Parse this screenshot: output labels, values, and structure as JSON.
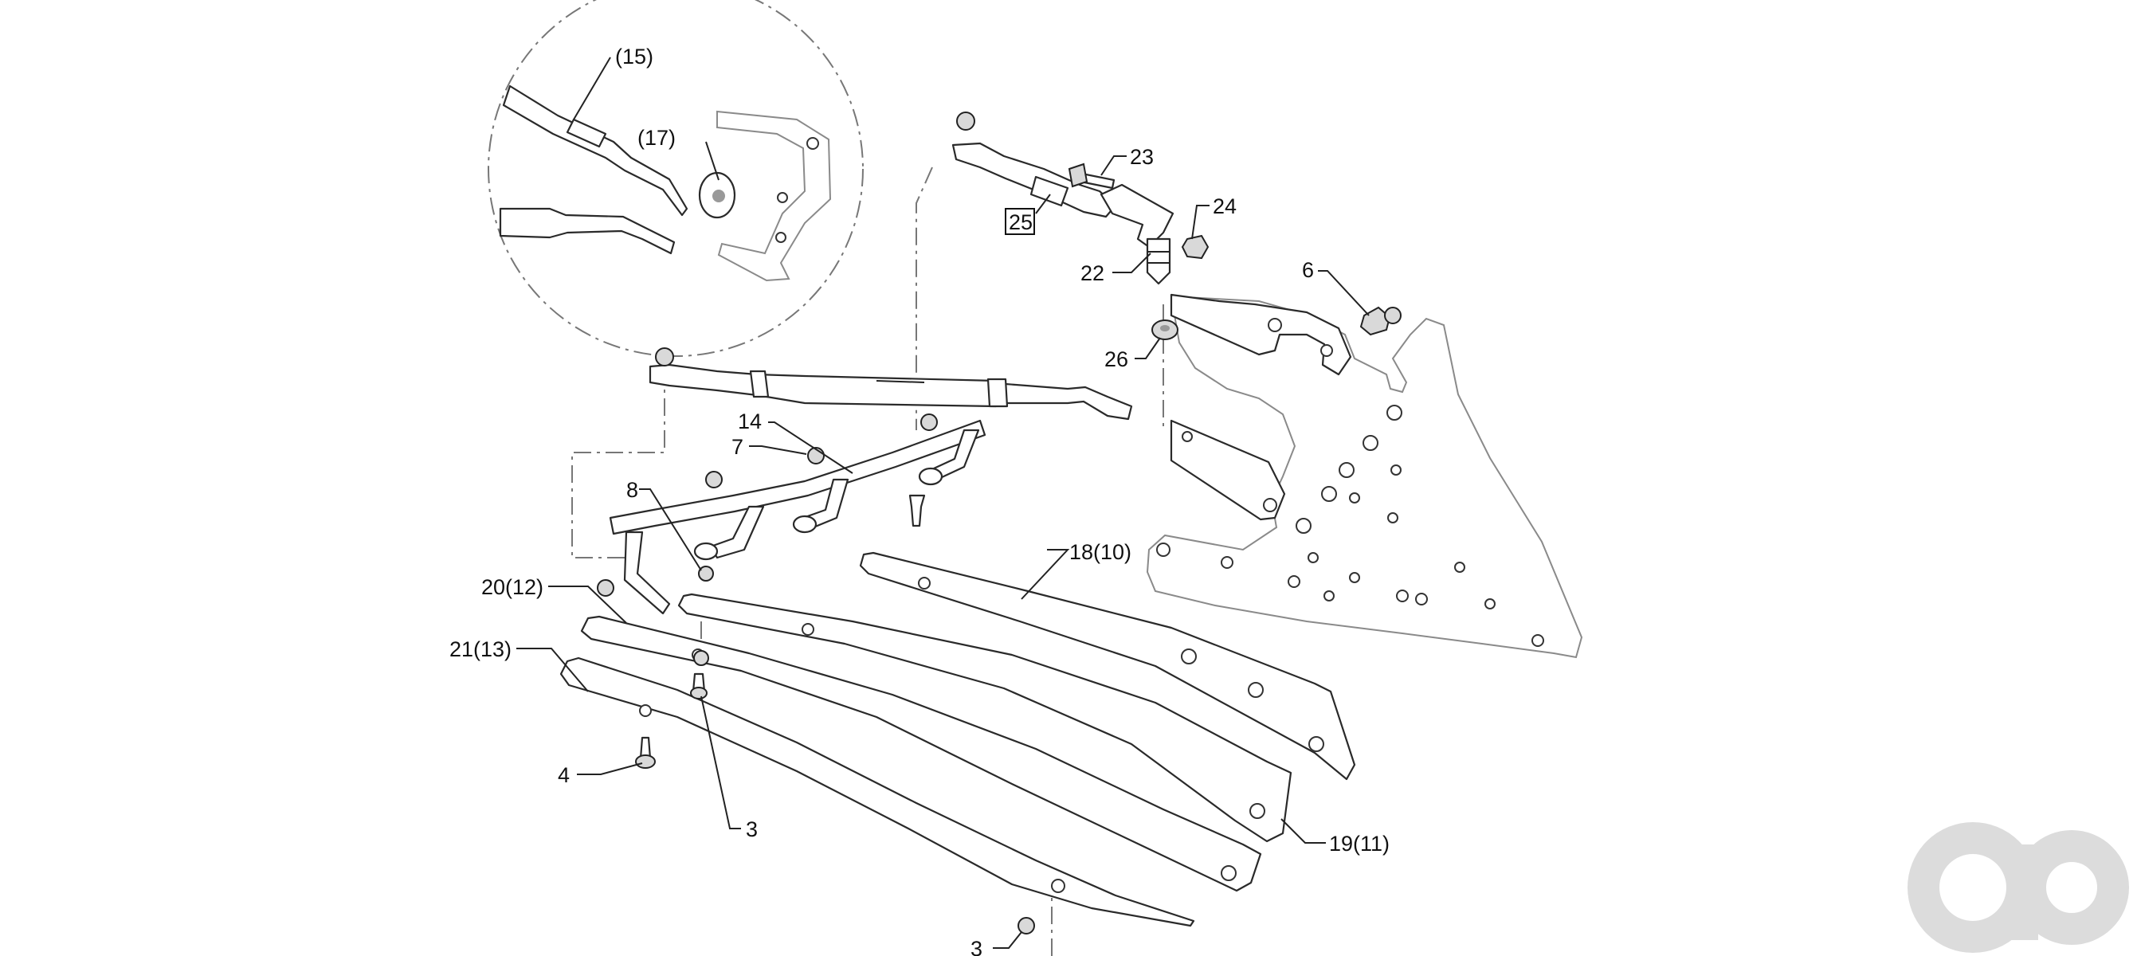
{
  "diagram": {
    "labels": {
      "l15": "(15)",
      "l17": "(17)",
      "l23": "23",
      "l24": "24",
      "l25": "25",
      "l22": "22",
      "l6": "6",
      "l26": "26",
      "l14": "14",
      "l7": "7",
      "l8": "8",
      "l18_10": "18(10)",
      "l20_12": "20(12)",
      "l21_13": "21(13)",
      "l4": "4",
      "l3a": "3",
      "l3b": "3",
      "l19_11": "19(11)"
    },
    "watermark": "logo-ao"
  }
}
